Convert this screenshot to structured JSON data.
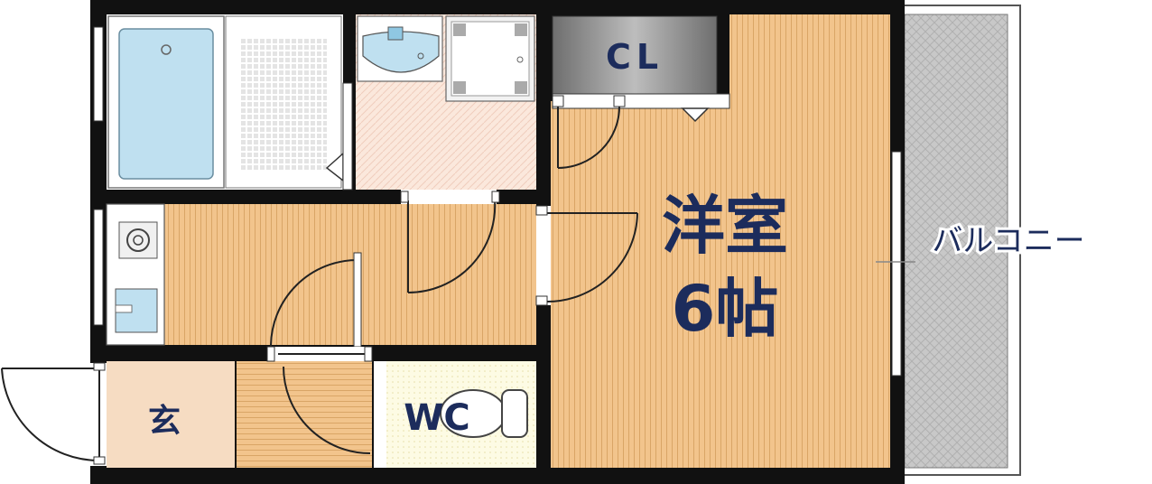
{
  "labels": {
    "closet": "CL",
    "western_room": "洋室",
    "room_size": "6帖",
    "balcony": "バルコニー",
    "toilet": "WC",
    "entrance": "玄"
  },
  "colors": {
    "wall": "#111111",
    "wood_floor": "#f2c48c",
    "wood_line": "#d9a566",
    "entrance_floor": "#f6dcc2",
    "washroom_floor": "#fbe8dc",
    "toilet_floor": "#fdfbe4",
    "bath_tub": "#bfe0f0",
    "closet_fill": "#8c8c8c",
    "balcony_fill": "#c8c8c8",
    "label": "#1c2c5c"
  }
}
